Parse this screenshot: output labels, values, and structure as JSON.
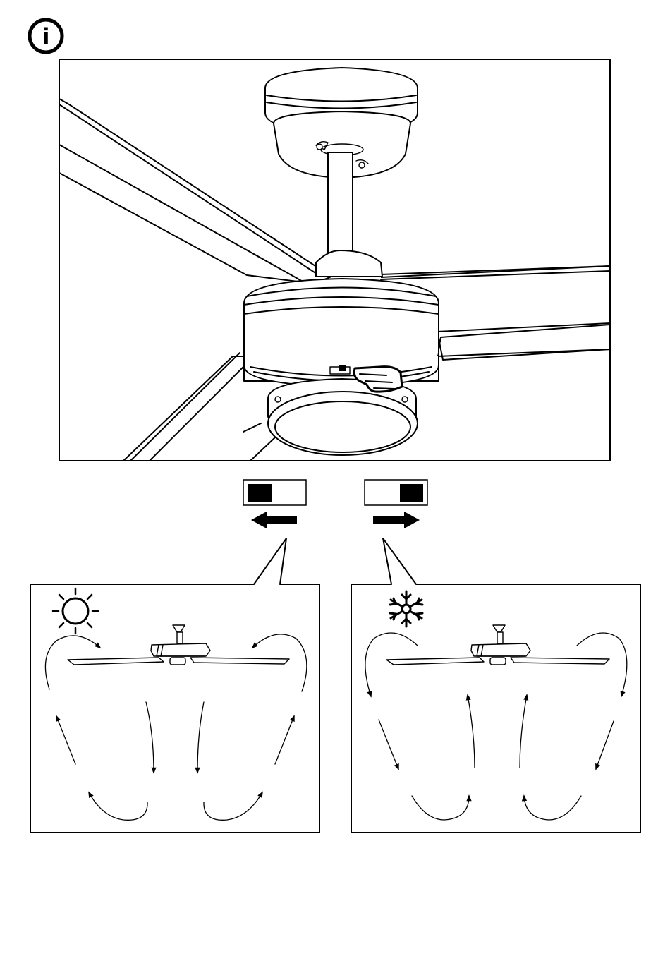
{
  "info_badge": {
    "glyph": "i",
    "icon": "info-icon"
  },
  "switch_positions": [
    {
      "id": "left",
      "knob": "left",
      "arrow": "left",
      "mode": "winter",
      "mode_icon": "sun-icon"
    },
    {
      "id": "right",
      "knob": "right",
      "arrow": "right",
      "mode": "summer",
      "mode_icon": "snowflake-icon"
    }
  ],
  "colors": {
    "ink": "#000000",
    "paper": "#ffffff"
  }
}
